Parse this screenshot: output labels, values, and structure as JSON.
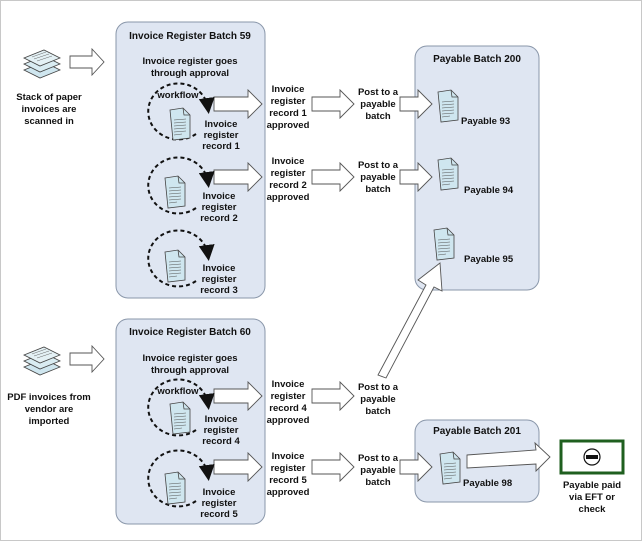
{
  "colors": {
    "batch_fill": "#dfe6f2",
    "batch_stroke": "#8a97aa",
    "arrow_fill": "#ffffff",
    "arrow_stroke": "#555555",
    "doc_fill": "#cfe6ef",
    "paid_stroke": "#1f5f1f"
  },
  "inputs": {
    "paper": [
      "Stack of paper",
      "invoices are",
      "scanned in"
    ],
    "pdf": [
      "PDF invoices from",
      "vendor are",
      "imported"
    ]
  },
  "batches": [
    {
      "title": "Invoice Register Batch 59",
      "approval": [
        "Invoice register goes",
        "through approval"
      ],
      "workflow": "workflow",
      "records": [
        [
          "Invoice",
          "register",
          "record 1"
        ],
        [
          "Invoice",
          "register",
          "record 2"
        ],
        [
          "Invoice",
          "register",
          "record 3"
        ]
      ]
    },
    {
      "title": "Invoice Register Batch 60",
      "approval": [
        "Invoice register goes",
        "through approval"
      ],
      "workflow": "workflow",
      "records": [
        [
          "Invoice",
          "register",
          "record 4"
        ],
        [
          "Invoice",
          "register",
          "record 5"
        ]
      ]
    }
  ],
  "approved": [
    [
      "Invoice",
      "register",
      "record 1",
      "approved"
    ],
    [
      "Invoice",
      "register",
      "record 2",
      "approved"
    ],
    [
      "Invoice",
      "register",
      "record 4",
      "approved"
    ],
    [
      "Invoice",
      "register",
      "record 5",
      "approved"
    ]
  ],
  "post": [
    "Post to a",
    "payable",
    "batch"
  ],
  "payable_batches": [
    {
      "title": "Payable Batch 200",
      "items": [
        "Payable 93",
        "Payable 94",
        "Payable 95"
      ]
    },
    {
      "title": "Payable Batch 201",
      "items": [
        "Payable 98"
      ]
    }
  ],
  "paid": [
    "Payable paid",
    "via EFT or",
    "check"
  ]
}
